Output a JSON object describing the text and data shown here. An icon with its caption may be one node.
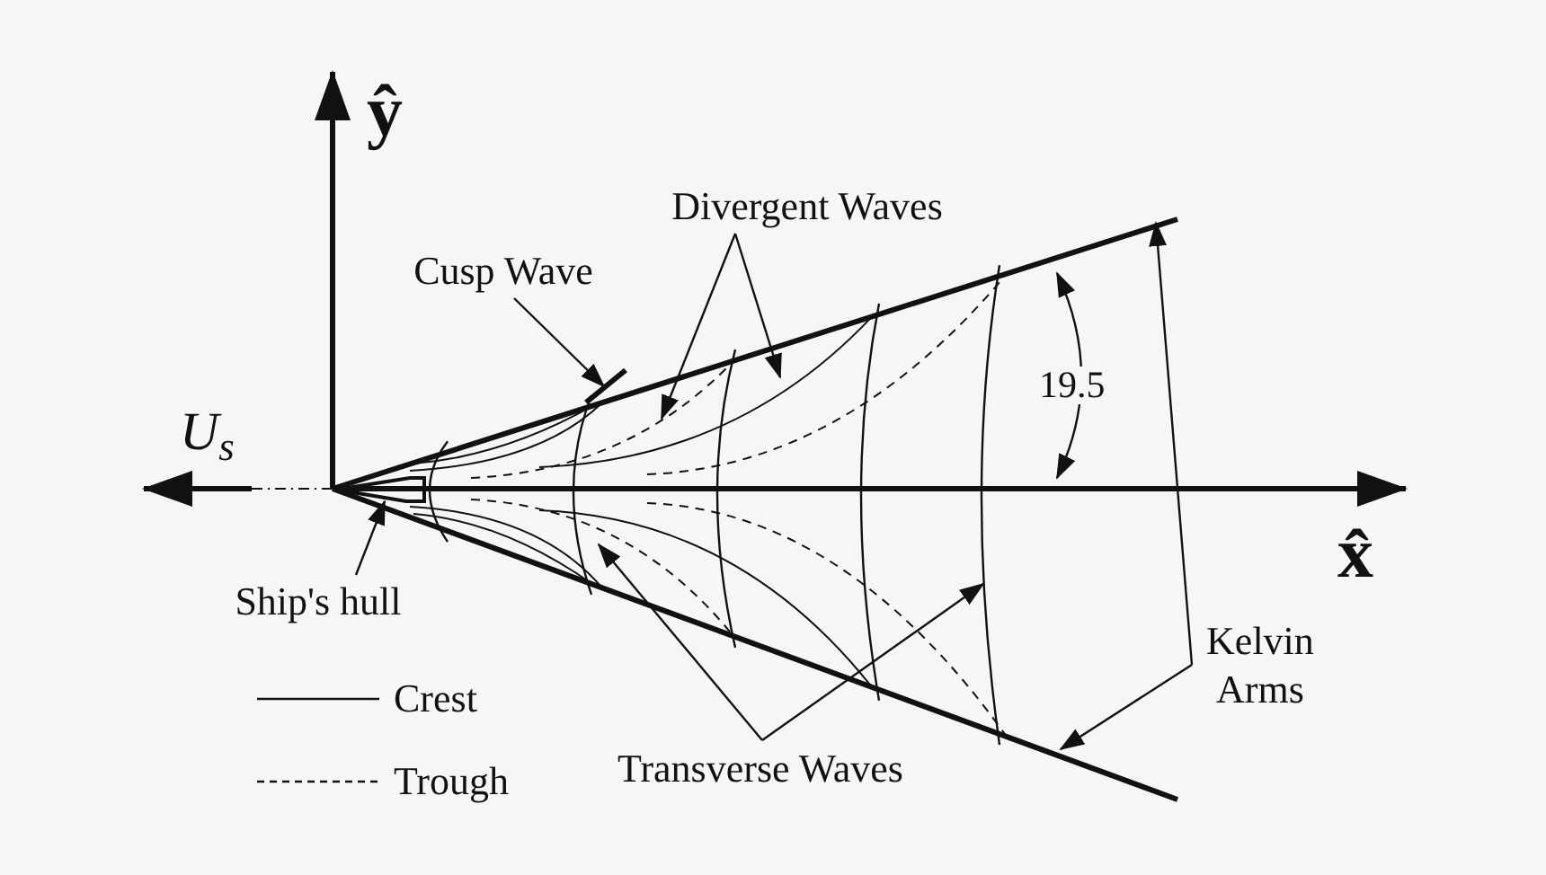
{
  "diagram": {
    "nodes": [
      {
        "text": [
          "Cusp Wave"
        ]
      },
      {
        "text": [
          "Divergent Waves"
        ]
      },
      {
        "text": [
          "Ship's hull"
        ]
      },
      {
        "text": [
          "Transverse Waves"
        ]
      },
      {
        "text": [
          "Kelvin Arms"
        ]
      },
      {
        "text": [],
        "shape": "boat"
      }
    ],
    "edges": [
      {
        "from": 0,
        "to": null,
        "arrow": "to"
      },
      {
        "from": 1,
        "to": null,
        "arrow": "to"
      },
      {
        "from": 1,
        "to": null,
        "arrow": "to"
      },
      {
        "from": 2,
        "to": 5,
        "arrow": "to"
      },
      {
        "from": 3,
        "to": null,
        "arrow": "to"
      },
      {
        "from": 3,
        "to": null,
        "arrow": "to"
      },
      {
        "from": 4,
        "to": null,
        "arrow": "to"
      },
      {
        "from": 4,
        "to": null,
        "arrow": "to"
      }
    ],
    "labels": [
      "ŷ",
      "19.5",
      "U$_{s}$",
      "x̂"
    ],
    "legend": [
      {
        "text": "Crest"
      },
      {
        "text": "Trough"
      }
    ]
  }
}
